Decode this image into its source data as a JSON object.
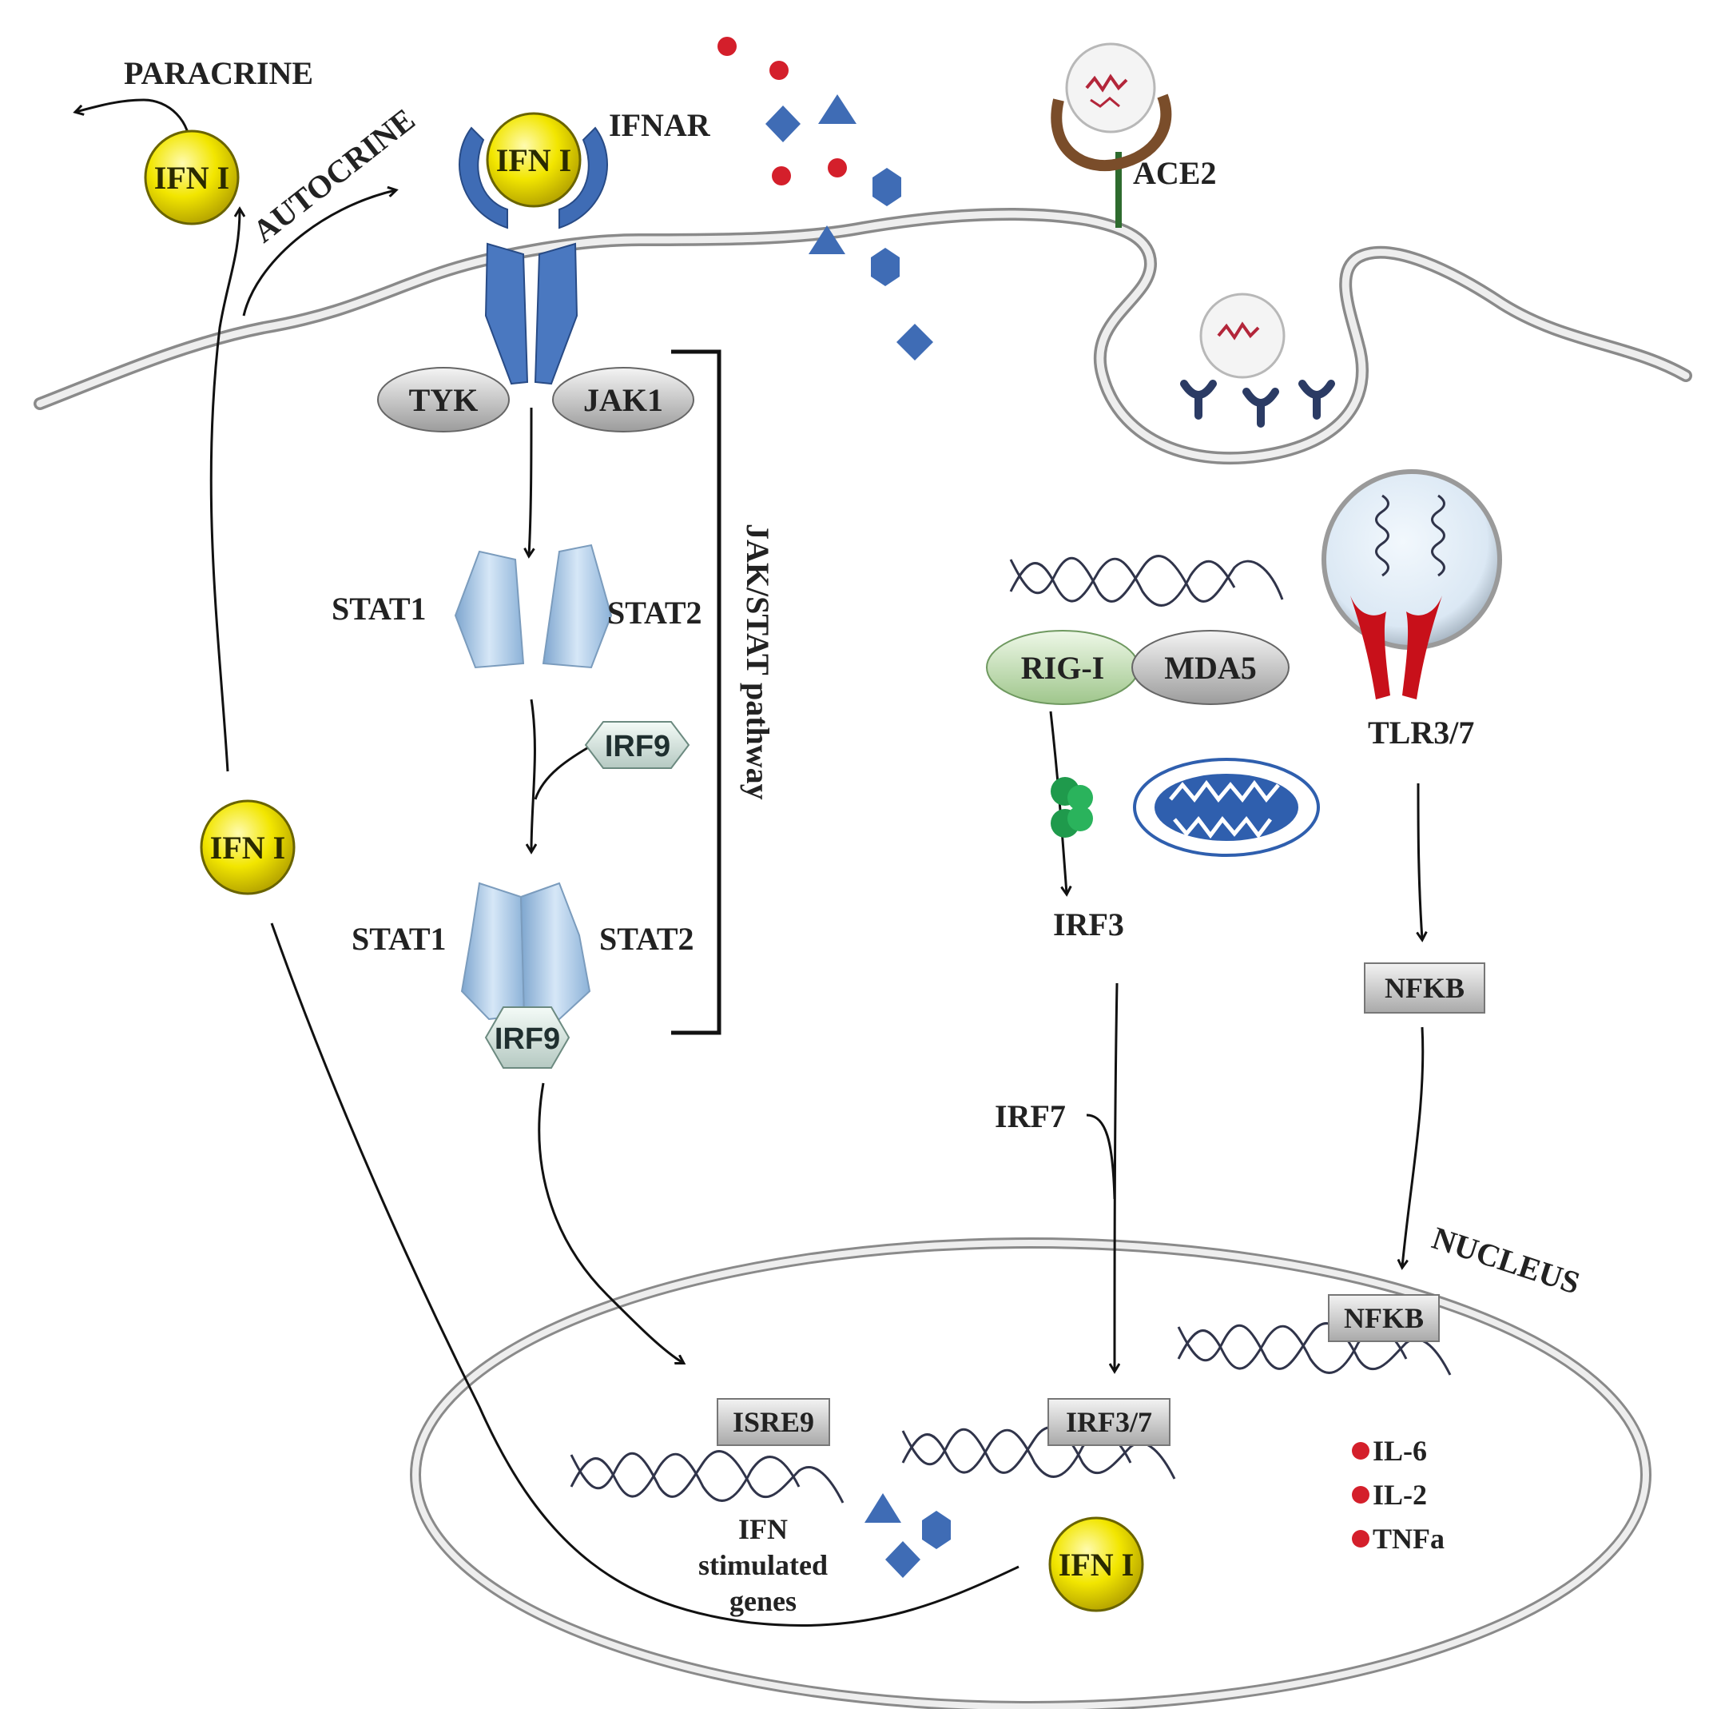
{
  "labels": {
    "paracrine": "PARACRINE",
    "autocrine": "AUTOCRINE",
    "ifn_top": "IFN I",
    "ifn_receptor": "IFN I",
    "ifn_mid": "IFN I",
    "ifn_nucleus": "IFN I",
    "ifnar": "IFNAR",
    "ace2": "ACE2",
    "tyk": "TYK",
    "jak1": "JAK1",
    "stat1_a": "STAT1",
    "stat2_a": "STAT2",
    "irf9_a": "IRF9",
    "stat1_b": "STAT1",
    "stat2_b": "STAT2",
    "irf9_b": "IRF9",
    "pathway": "JAK/STAT pathway",
    "rig_i": "RIG-I",
    "mda5": "MDA5",
    "tlr": "TLR3/7",
    "irf3": "IRF3",
    "irf7": "IRF7",
    "nfkb_cyto": "NFKB",
    "nucleus": "NUCLEUS",
    "nfkb_nuc": "NFKB",
    "isre9": "ISRE9",
    "irf37": "IRF3/7",
    "isg_line1": "IFN",
    "isg_line2": "stimulated",
    "isg_line3": "genes",
    "il6": "IL-6",
    "il2": "IL-2",
    "tnfa": "TNFa"
  },
  "colors": {
    "ifn_ball": "#f2e600",
    "receptor_blue": "#3f6cb5",
    "stat_blue": "#a9c8e8",
    "cytokine_red": "#d41f2b",
    "rig_green": "#cfe6c2",
    "tlr_red": "#c8101a",
    "mito_blue": "#2f5fae",
    "mavs_green": "#1f9a4c",
    "virus_red": "#b3263a"
  }
}
